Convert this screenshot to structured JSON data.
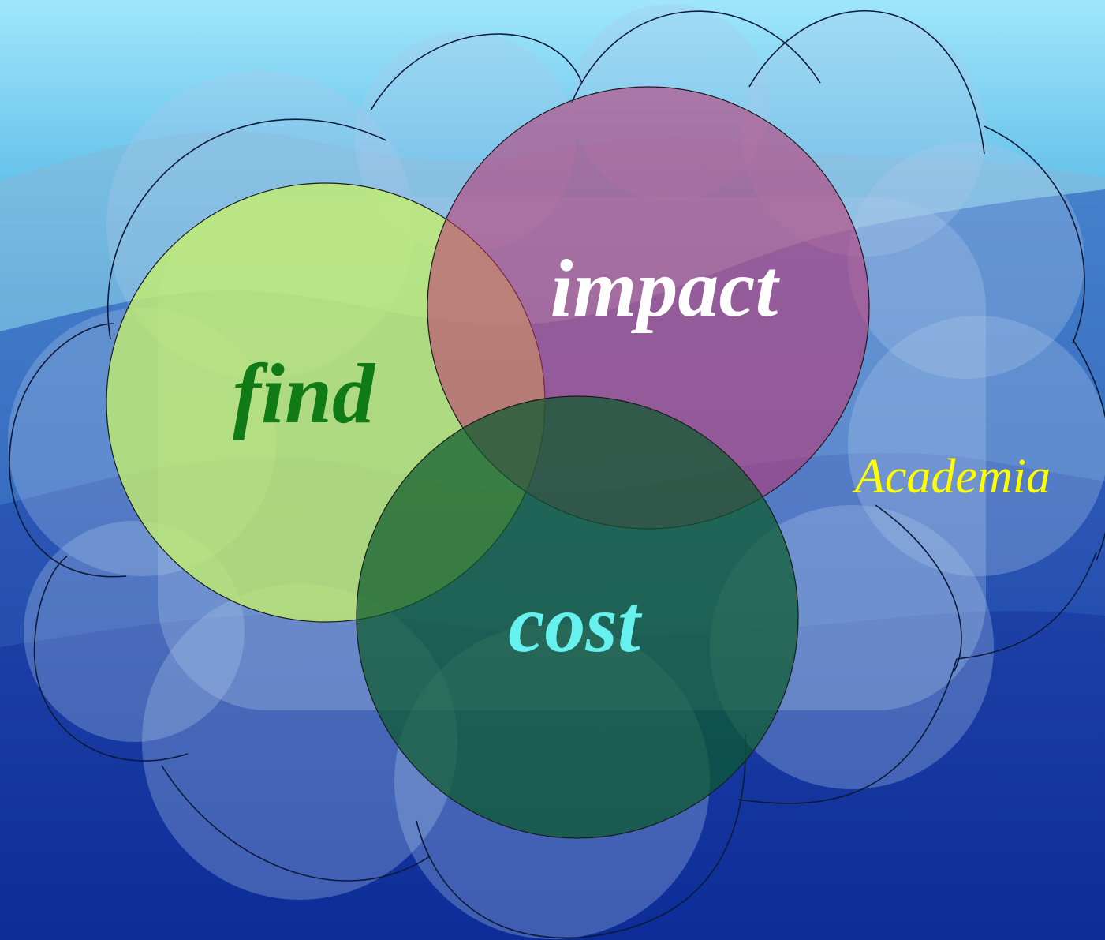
{
  "diagram": {
    "cloud_label": "Academia",
    "circles": [
      {
        "id": "find",
        "label": "find",
        "fill": "#c4f06a",
        "text_color": "#0f7a16"
      },
      {
        "id": "impact",
        "label": "impact",
        "fill": "#c0306e",
        "text_color": "#ffffff"
      },
      {
        "id": "cost",
        "label": "cost",
        "fill": "#0d5a2c",
        "text_color": "#66f0ee"
      }
    ],
    "cloud_label_color": "#ffff00"
  }
}
